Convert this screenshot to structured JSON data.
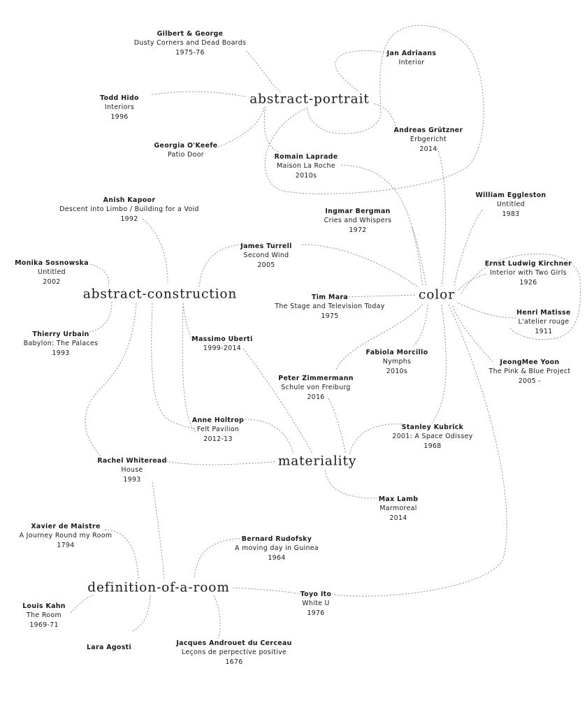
{
  "hubs": {
    "abstract_portrait": "abstract-portrait",
    "abstract_construction": "abstract-construction",
    "color": "color",
    "materiality": "materiality",
    "definition_of_a_room": "definition-of-a-room"
  },
  "works": [
    {
      "artist": "Gilbert & George",
      "title": "Dusty Corners and Dead Boards",
      "year": "1975-76"
    },
    {
      "artist": "Jan Adriaans",
      "title": "Interior",
      "year": ""
    },
    {
      "artist": "Todd Hido",
      "title": "Interiors",
      "year": "1996"
    },
    {
      "artist": "Andreas Grützner",
      "title": "Erbgericht",
      "year": "2014"
    },
    {
      "artist": "Georgia O'Keefe",
      "title": "Patio Door",
      "year": ""
    },
    {
      "artist": "Romain Laprade",
      "title": "Maison La Roche",
      "year": "2010s"
    },
    {
      "artist": "William Eggleston",
      "title": "Untitled",
      "year": "1983"
    },
    {
      "artist": "Anish Kapoor",
      "title": "Descent into Limbo / Building for a Void",
      "year": "1992"
    },
    {
      "artist": "Ingmar Bergman",
      "title": "Cries and Whispers",
      "year": "1972"
    },
    {
      "artist": "James Turrell",
      "title": "Second Wind",
      "year": "2005"
    },
    {
      "artist": "Monika Sosnowska",
      "title": "Untitled",
      "year": "2002"
    },
    {
      "artist": "Ernst Ludwig Kirchner",
      "title": "Interior with Two Girls",
      "year": "1926"
    },
    {
      "artist": "Tim Mara",
      "title": "The Stage and Television Today",
      "year": "1975"
    },
    {
      "artist": "Henri Matisse",
      "title": "L'atelier rouge",
      "year": "1911"
    },
    {
      "artist": "Thierry Urbain",
      "title": "Babylon: The Palaces",
      "year": "1993"
    },
    {
      "artist": "Massimo Uberti",
      "title": "1999-2014",
      "year": ""
    },
    {
      "artist": "Fabiola Morcillo",
      "title": "Nymphs",
      "year": "2010s"
    },
    {
      "artist": "JeongMee Yoon",
      "title": "The Pink & Blue Project",
      "year": "2005 -"
    },
    {
      "artist": "Peter Zimmermann",
      "title": "Schule von Freiburg",
      "year": "2016"
    },
    {
      "artist": "Anne Holtrop",
      "title": "Felt Pavilion",
      "year": "2012-13"
    },
    {
      "artist": "Stanley Kubrick",
      "title": "2001: A Space Odissey",
      "year": "1968"
    },
    {
      "artist": "Rachel Whiteread",
      "title": "House",
      "year": "1993"
    },
    {
      "artist": "Max Lamb",
      "title": "Marmoreal",
      "year": "2014"
    },
    {
      "artist": "Xavier de Maistre",
      "title": "A Journey Round my Room",
      "year": "1794"
    },
    {
      "artist": "Bernard Rudofsky",
      "title": "A moving day in Guinea",
      "year": "1964"
    },
    {
      "artist": "Toyo Ito",
      "title": "White U",
      "year": "1976"
    },
    {
      "artist": "Louis Kahn",
      "title": "The Room",
      "year": "1969-71"
    },
    {
      "artist": "Lara Agosti",
      "title": "",
      "year": ""
    },
    {
      "artist": "Jacques Androuet du Cerceau",
      "title": "Leçons de perpective positive",
      "year": "1676"
    }
  ]
}
